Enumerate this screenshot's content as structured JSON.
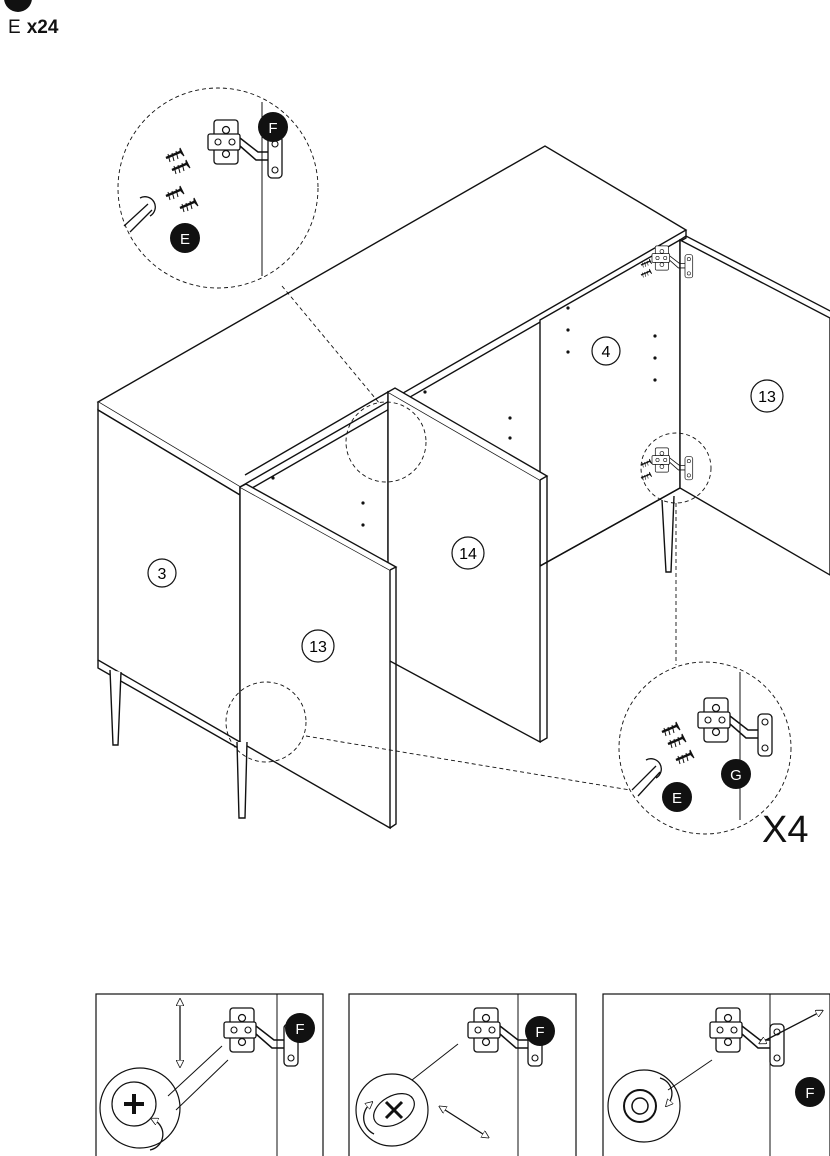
{
  "header": {
    "part_letter": "E",
    "quantity": "x24"
  },
  "panel_labels": {
    "side_left": "3",
    "back": "4",
    "door_left": "13",
    "door_right": "13",
    "divider": "14"
  },
  "part_badges": {
    "screw": "E",
    "hinge_plate": "F",
    "hinge": "G"
  },
  "multiplier": "X4",
  "adjust_panels": [
    {
      "badge": "F",
      "motion": "vertical"
    },
    {
      "badge": "F",
      "motion": "horizontal"
    },
    {
      "badge": "F",
      "motion": "depth"
    }
  ]
}
